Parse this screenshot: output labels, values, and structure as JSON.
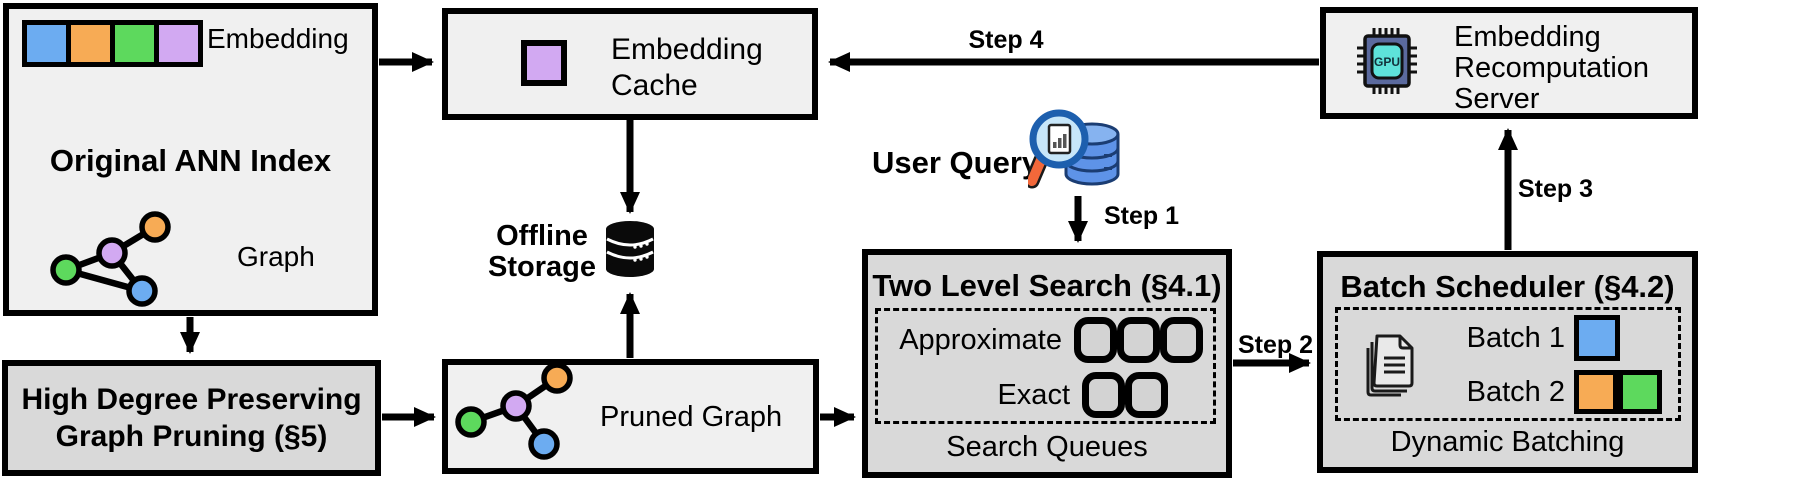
{
  "colors": {
    "blue": "#6cacf1",
    "orange": "#f7ab55",
    "green": "#5dd95d",
    "purple": "#d2a9f2",
    "light_box_bg": "#f0f0f0",
    "dark_box_bg": "#d9d9d9",
    "border": "#000000",
    "gpu_chip_body": "#5b6a9e",
    "gpu_chip_core": "#5ee2da",
    "magnifier_handle": "#f2683a",
    "query_db": "#5e93e8"
  },
  "original_ann": {
    "embedding_label": "Embedding",
    "title": "Original ANN Index",
    "graph_label": "Graph",
    "embedding_cells": [
      "blue",
      "orange",
      "green",
      "purple"
    ]
  },
  "high_degree": {
    "line1": "High Degree Preserving",
    "line2": "Graph Pruning (§5)"
  },
  "embedding_cache": {
    "line1": "Embedding",
    "line2": "Cache"
  },
  "offline_storage": {
    "line1": "Offline",
    "line2": "Storage"
  },
  "pruned_graph": {
    "label": "Pruned Graph"
  },
  "user_query": {
    "label": "User Query"
  },
  "two_level_search": {
    "title": "Two Level Search (§4.1)",
    "approximate_label": "Approximate",
    "exact_label": "Exact",
    "approximate_slots": 3,
    "exact_slots": 2,
    "footer": "Search Queues"
  },
  "batch_scheduler": {
    "title": "Batch Scheduler (§4.2)",
    "batch1_label": "Batch 1",
    "batch2_label": "Batch 2",
    "batch1_cells": [
      "blue"
    ],
    "batch2_cells": [
      "orange",
      "green"
    ],
    "footer": "Dynamic Batching"
  },
  "recomputation_server": {
    "line1": "Embedding",
    "line2": "Recomputation",
    "line3": "Server",
    "gpu_label": "GPU"
  },
  "steps": {
    "step1": "Step 1",
    "step2": "Step 2",
    "step3": "Step 3",
    "step4": "Step 4"
  }
}
